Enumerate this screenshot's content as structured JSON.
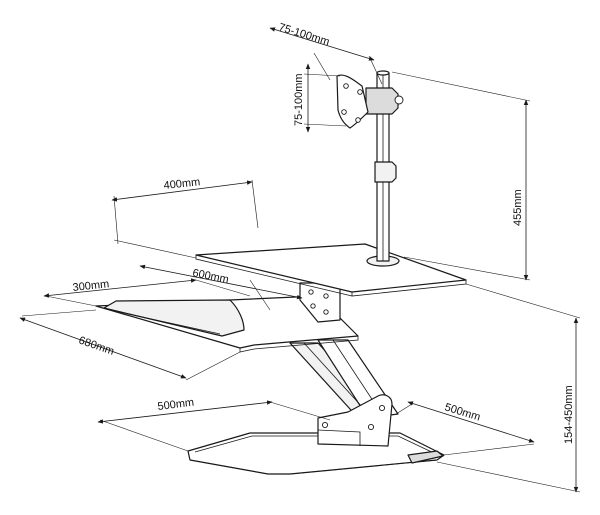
{
  "diagram": {
    "dimensions": {
      "vesa_horizontal": "75-100mm",
      "vesa_vertical": "75-100mm",
      "pole_height": "455mm",
      "top_tray_depth": "400mm",
      "top_tray_width": "600mm",
      "keyboard_tray_depth": "300mm",
      "keyboard_tray_width": "680mm",
      "base_left": "500mm",
      "base_right": "500mm",
      "height_range": "154-450mm"
    }
  }
}
